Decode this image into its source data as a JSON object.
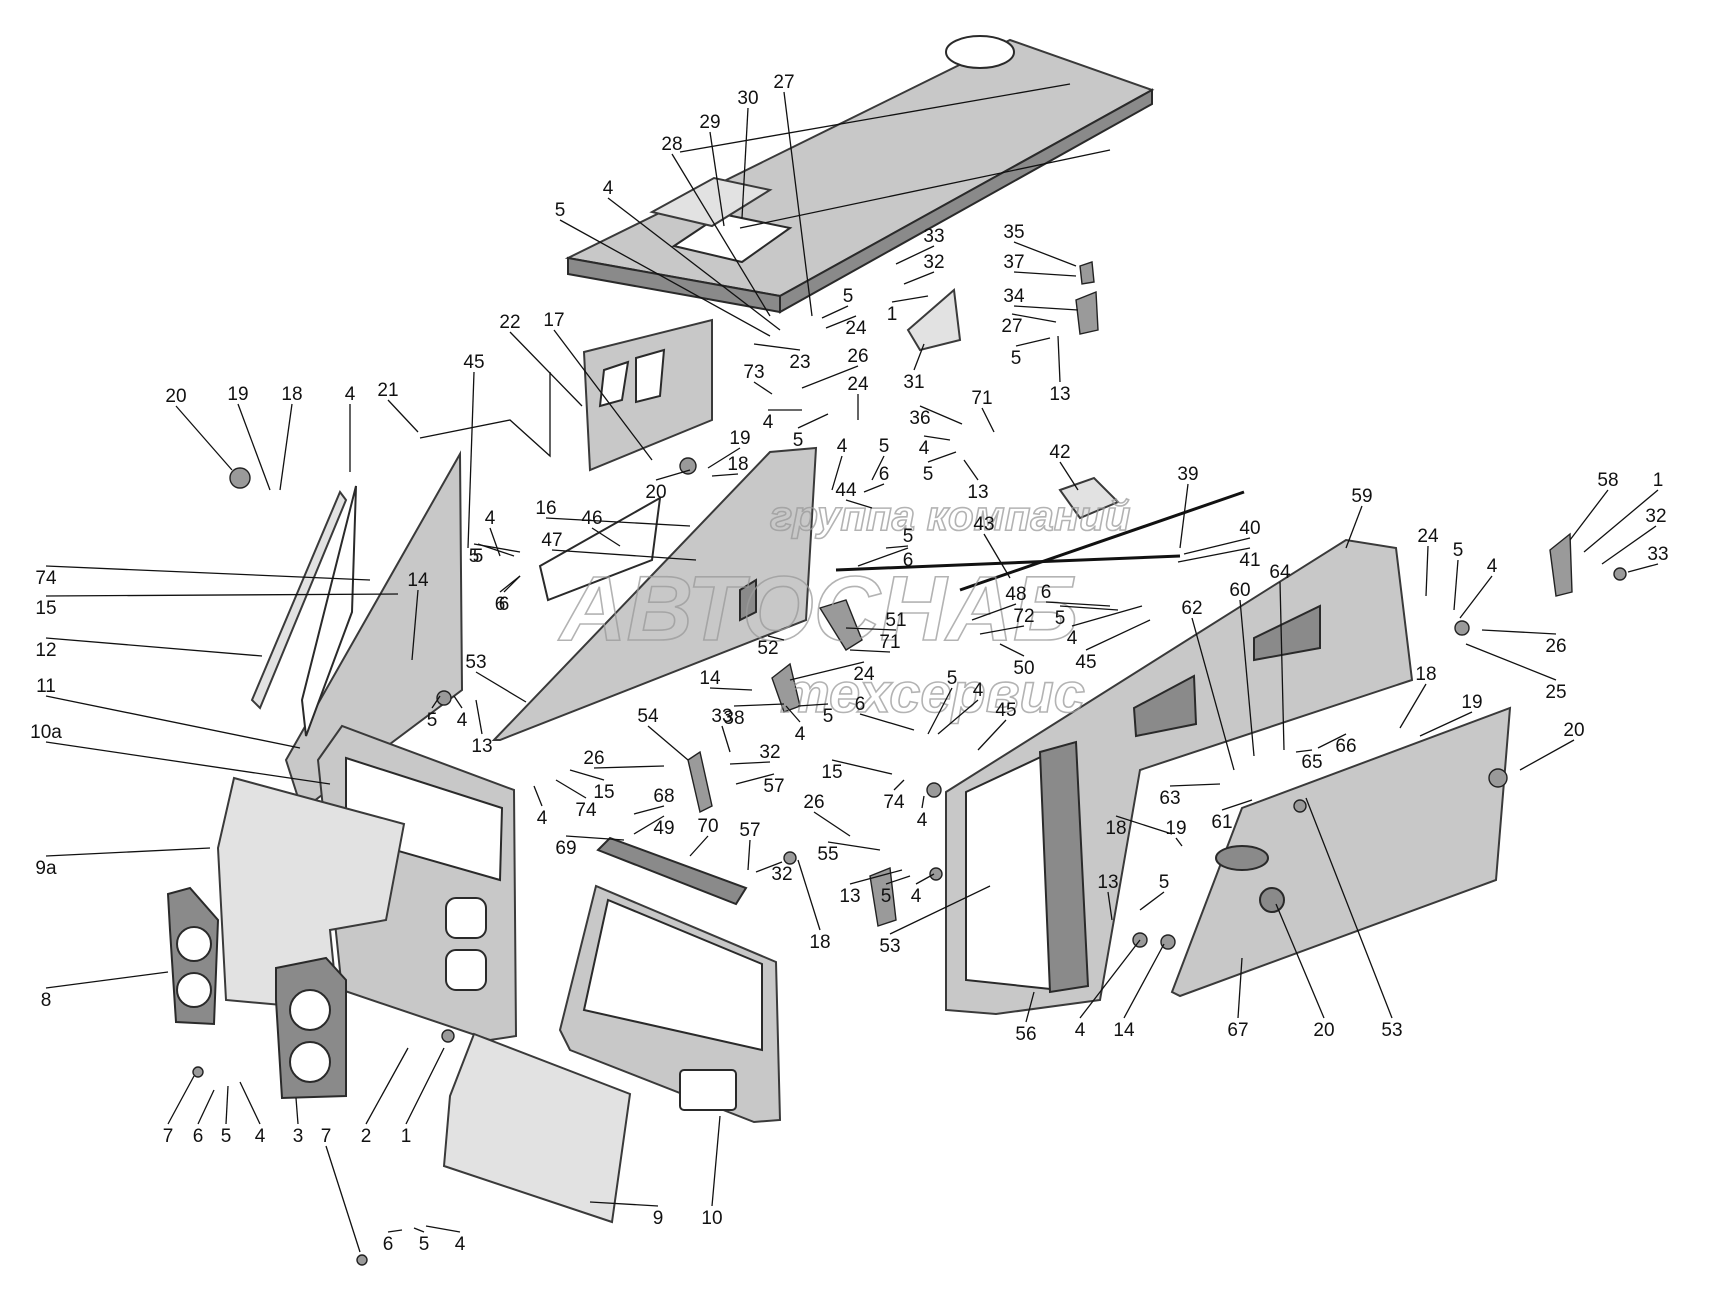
{
  "watermark": {
    "line1": "группа компаний",
    "line2": "АВТОСНАБ",
    "line3": "техсервис"
  },
  "callouts": [
    {
      "id": "c-27-top",
      "text": "27"
    },
    {
      "id": "c-30",
      "text": "30"
    },
    {
      "id": "c-29",
      "text": "29"
    },
    {
      "id": "c-28",
      "text": "28"
    },
    {
      "id": "c-4-roof",
      "text": "4"
    },
    {
      "id": "c-5-roof",
      "text": "5"
    },
    {
      "id": "c-33-a",
      "text": "33"
    },
    {
      "id": "c-32-a",
      "text": "32"
    },
    {
      "id": "c-35",
      "text": "35"
    },
    {
      "id": "c-37",
      "text": "37"
    },
    {
      "id": "c-34",
      "text": "34"
    },
    {
      "id": "c-27-b",
      "text": "27"
    },
    {
      "id": "c-5-b",
      "text": "5"
    },
    {
      "id": "c-13-a",
      "text": "13"
    },
    {
      "id": "c-1-a",
      "text": "1"
    },
    {
      "id": "c-31",
      "text": "31"
    },
    {
      "id": "c-5-c",
      "text": "5"
    },
    {
      "id": "c-24-a",
      "text": "24"
    },
    {
      "id": "c-23",
      "text": "23"
    },
    {
      "id": "c-26-a",
      "text": "26"
    },
    {
      "id": "c-73",
      "text": "73"
    },
    {
      "id": "c-24-b",
      "text": "24"
    },
    {
      "id": "c-4-c",
      "text": "4"
    },
    {
      "id": "c-5-d",
      "text": "5"
    },
    {
      "id": "c-22",
      "text": "22"
    },
    {
      "id": "c-17",
      "text": "17"
    },
    {
      "id": "c-45-a",
      "text": "45"
    },
    {
      "id": "c-21",
      "text": "21"
    },
    {
      "id": "c-4-d",
      "text": "4"
    },
    {
      "id": "c-20-a",
      "text": "20"
    },
    {
      "id": "c-19-a",
      "text": "19"
    },
    {
      "id": "c-18-a",
      "text": "18"
    },
    {
      "id": "c-36",
      "text": "36"
    },
    {
      "id": "c-71-a",
      "text": "71"
    },
    {
      "id": "c-4-e",
      "text": "4"
    },
    {
      "id": "c-5-e",
      "text": "5"
    },
    {
      "id": "c-13-b",
      "text": "13"
    },
    {
      "id": "c-42",
      "text": "42"
    },
    {
      "id": "c-39",
      "text": "39"
    },
    {
      "id": "c-40",
      "text": "40"
    },
    {
      "id": "c-41",
      "text": "41"
    },
    {
      "id": "c-43",
      "text": "43"
    },
    {
      "id": "c-19-b",
      "text": "19"
    },
    {
      "id": "c-18-b",
      "text": "18"
    },
    {
      "id": "c-20-b",
      "text": "20"
    },
    {
      "id": "c-16",
      "text": "16"
    },
    {
      "id": "c-46",
      "text": "46"
    },
    {
      "id": "c-47",
      "text": "47"
    },
    {
      "id": "c-4-f",
      "text": "4"
    },
    {
      "id": "c-5-f",
      "text": "5"
    },
    {
      "id": "c-6-a",
      "text": "6"
    },
    {
      "id": "c-44",
      "text": "44"
    },
    {
      "id": "c-5-g",
      "text": "5"
    },
    {
      "id": "c-6-b",
      "text": "6"
    },
    {
      "id": "c-5-h",
      "text": "5"
    },
    {
      "id": "c-6-c",
      "text": "6"
    },
    {
      "id": "c-4-g",
      "text": "4"
    },
    {
      "id": "c-5-i",
      "text": "5"
    },
    {
      "id": "c-6-d",
      "text": "6"
    },
    {
      "id": "c-74-a",
      "text": "74"
    },
    {
      "id": "c-15-a",
      "text": "15"
    },
    {
      "id": "c-12",
      "text": "12"
    },
    {
      "id": "c-14-a",
      "text": "14"
    },
    {
      "id": "c-11",
      "text": "11"
    },
    {
      "id": "c-53-a",
      "text": "53"
    },
    {
      "id": "c-5-j",
      "text": "5"
    },
    {
      "id": "c-4-h",
      "text": "4"
    },
    {
      "id": "c-13-c",
      "text": "13"
    },
    {
      "id": "c-10a",
      "text": "10а"
    },
    {
      "id": "c-9a",
      "text": "9а"
    },
    {
      "id": "c-8",
      "text": "8"
    },
    {
      "id": "c-51",
      "text": "51"
    },
    {
      "id": "c-71-b",
      "text": "71"
    },
    {
      "id": "c-52",
      "text": "52"
    },
    {
      "id": "c-14-b",
      "text": "14"
    },
    {
      "id": "c-24-c",
      "text": "24"
    },
    {
      "id": "c-38",
      "text": "38"
    },
    {
      "id": "c-4-i",
      "text": "4"
    },
    {
      "id": "c-5-k",
      "text": "5"
    },
    {
      "id": "c-54",
      "text": "54"
    },
    {
      "id": "c-33-b",
      "text": "33"
    },
    {
      "id": "c-32-b",
      "text": "32"
    },
    {
      "id": "c-57-a",
      "text": "57"
    },
    {
      "id": "c-26-b",
      "text": "26"
    },
    {
      "id": "c-15-b",
      "text": "15"
    },
    {
      "id": "c-74-b",
      "text": "74"
    },
    {
      "id": "c-4-j",
      "text": "4"
    },
    {
      "id": "c-68",
      "text": "68"
    },
    {
      "id": "c-49",
      "text": "49"
    },
    {
      "id": "c-69",
      "text": "69"
    },
    {
      "id": "c-70",
      "text": "70"
    },
    {
      "id": "c-57-b",
      "text": "57"
    },
    {
      "id": "c-32-c",
      "text": "32"
    },
    {
      "id": "c-18-c",
      "text": "18"
    },
    {
      "id": "c-48",
      "text": "48"
    },
    {
      "id": "c-72",
      "text": "72"
    },
    {
      "id": "c-50",
      "text": "50"
    },
    {
      "id": "c-6-e",
      "text": "6"
    },
    {
      "id": "c-5-l",
      "text": "5"
    },
    {
      "id": "c-4-k",
      "text": "4"
    },
    {
      "id": "c-45-b",
      "text": "45"
    },
    {
      "id": "c-5-m",
      "text": "5"
    },
    {
      "id": "c-4-l",
      "text": "4"
    },
    {
      "id": "c-45-c",
      "text": "45"
    },
    {
      "id": "c-6-f",
      "text": "6"
    },
    {
      "id": "c-15-c",
      "text": "15"
    },
    {
      "id": "c-74-c",
      "text": "74"
    },
    {
      "id": "c-4-m",
      "text": "4"
    },
    {
      "id": "c-26-c",
      "text": "26"
    },
    {
      "id": "c-55",
      "text": "55"
    },
    {
      "id": "c-13-d",
      "text": "13"
    },
    {
      "id": "c-5-n",
      "text": "5"
    },
    {
      "id": "c-4-n",
      "text": "4"
    },
    {
      "id": "c-53-b",
      "text": "53"
    },
    {
      "id": "c-62",
      "text": "62"
    },
    {
      "id": "c-60",
      "text": "60"
    },
    {
      "id": "c-64",
      "text": "64"
    },
    {
      "id": "c-59",
      "text": "59"
    },
    {
      "id": "c-24-d",
      "text": "24"
    },
    {
      "id": "c-5-o",
      "text": "5"
    },
    {
      "id": "c-4-o",
      "text": "4"
    },
    {
      "id": "c-58",
      "text": "58"
    },
    {
      "id": "c-1-b",
      "text": "1"
    },
    {
      "id": "c-32-d",
      "text": "32"
    },
    {
      "id": "c-33-c",
      "text": "33"
    },
    {
      "id": "c-26-d",
      "text": "26"
    },
    {
      "id": "c-25",
      "text": "25"
    },
    {
      "id": "c-18-d",
      "text": "18"
    },
    {
      "id": "c-19-c",
      "text": "19"
    },
    {
      "id": "c-65",
      "text": "65"
    },
    {
      "id": "c-66",
      "text": "66"
    },
    {
      "id": "c-20-c",
      "text": "20"
    },
    {
      "id": "c-63",
      "text": "63"
    },
    {
      "id": "c-61",
      "text": "61"
    },
    {
      "id": "c-18-e",
      "text": "18"
    },
    {
      "id": "c-19-d",
      "text": "19"
    },
    {
      "id": "c-13-e",
      "text": "13"
    },
    {
      "id": "c-5-p",
      "text": "5"
    },
    {
      "id": "c-56",
      "text": "56"
    },
    {
      "id": "c-4-p",
      "text": "4"
    },
    {
      "id": "c-14-c",
      "text": "14"
    },
    {
      "id": "c-67",
      "text": "67"
    },
    {
      "id": "c-20-d",
      "text": "20"
    },
    {
      "id": "c-53-c",
      "text": "53"
    },
    {
      "id": "c-7-a",
      "text": "7"
    },
    {
      "id": "c-6-g",
      "text": "6"
    },
    {
      "id": "c-5-q",
      "text": "5"
    },
    {
      "id": "c-4-q",
      "text": "4"
    },
    {
      "id": "c-3",
      "text": "3"
    },
    {
      "id": "c-2",
      "text": "2"
    },
    {
      "id": "c-1-c",
      "text": "1"
    },
    {
      "id": "c-7-b",
      "text": "7"
    },
    {
      "id": "c-6-h",
      "text": "6"
    },
    {
      "id": "c-5-r",
      "text": "5"
    },
    {
      "id": "c-4-r",
      "text": "4"
    },
    {
      "id": "c-9",
      "text": "9"
    },
    {
      "id": "c-10",
      "text": "10"
    }
  ]
}
